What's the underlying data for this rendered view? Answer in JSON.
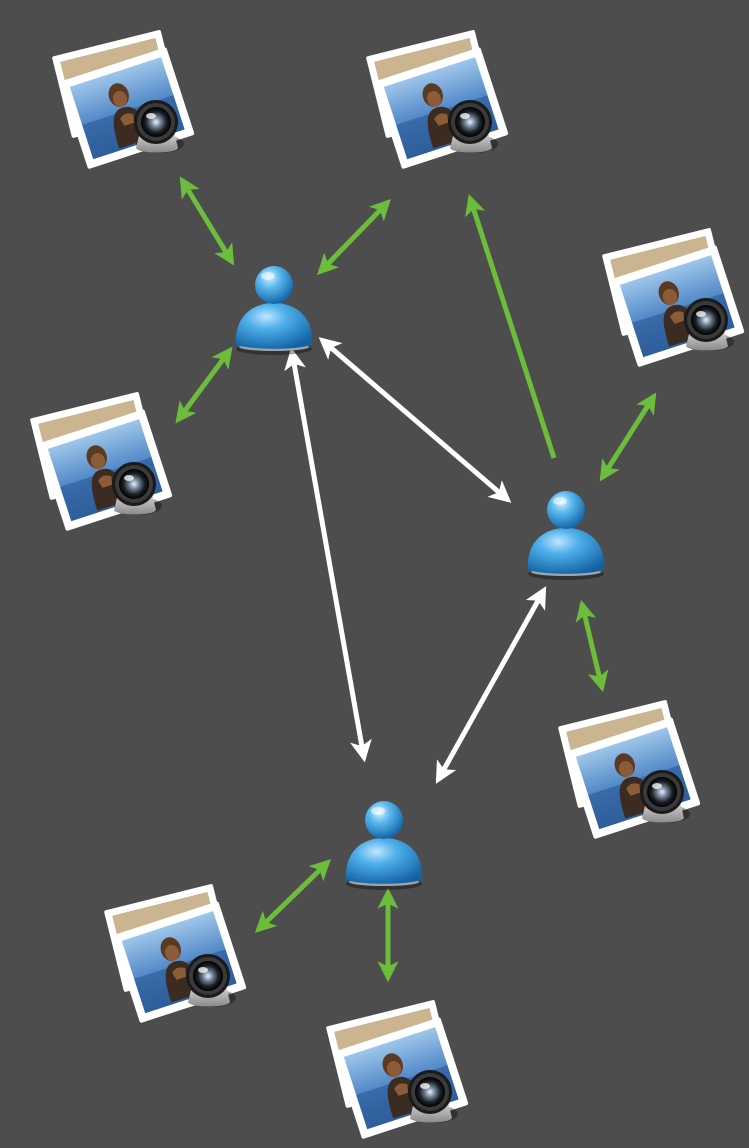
{
  "diagram": {
    "background": "#4d4d4d",
    "peer_color": "#2f8fcc",
    "peer_link_color": "#ffffff",
    "photo_link_color": "#6cbd3c",
    "peers": [
      {
        "id": "peer-a",
        "icon": "user-icon"
      },
      {
        "id": "peer-b",
        "icon": "user-icon"
      },
      {
        "id": "peer-c",
        "icon": "user-icon"
      }
    ],
    "photos": [
      {
        "id": "photo-1",
        "icon": "photo-viewer-icon",
        "peer": "peer-a",
        "link": "bidirectional"
      },
      {
        "id": "photo-2",
        "icon": "photo-viewer-icon",
        "peer": "peer-a",
        "link": "bidirectional"
      },
      {
        "id": "photo-3",
        "icon": "photo-viewer-icon",
        "peer": "peer-a",
        "link": "bidirectional"
      },
      {
        "id": "photo-4",
        "icon": "photo-viewer-icon",
        "peer": "peer-b",
        "link": "unidirectional"
      },
      {
        "id": "photo-5",
        "icon": "photo-viewer-icon",
        "peer": "peer-b",
        "link": "bidirectional"
      },
      {
        "id": "photo-6",
        "icon": "photo-viewer-icon",
        "peer": "peer-b",
        "link": "bidirectional"
      },
      {
        "id": "photo-7",
        "icon": "photo-viewer-icon",
        "peer": "peer-c",
        "link": "bidirectional"
      },
      {
        "id": "photo-8",
        "icon": "photo-viewer-icon",
        "peer": "peer-c",
        "link": "bidirectional"
      }
    ],
    "peer_links": [
      {
        "from": "peer-a",
        "to": "peer-b"
      },
      {
        "from": "peer-a",
        "to": "peer-c"
      },
      {
        "from": "peer-b",
        "to": "peer-c"
      }
    ]
  }
}
